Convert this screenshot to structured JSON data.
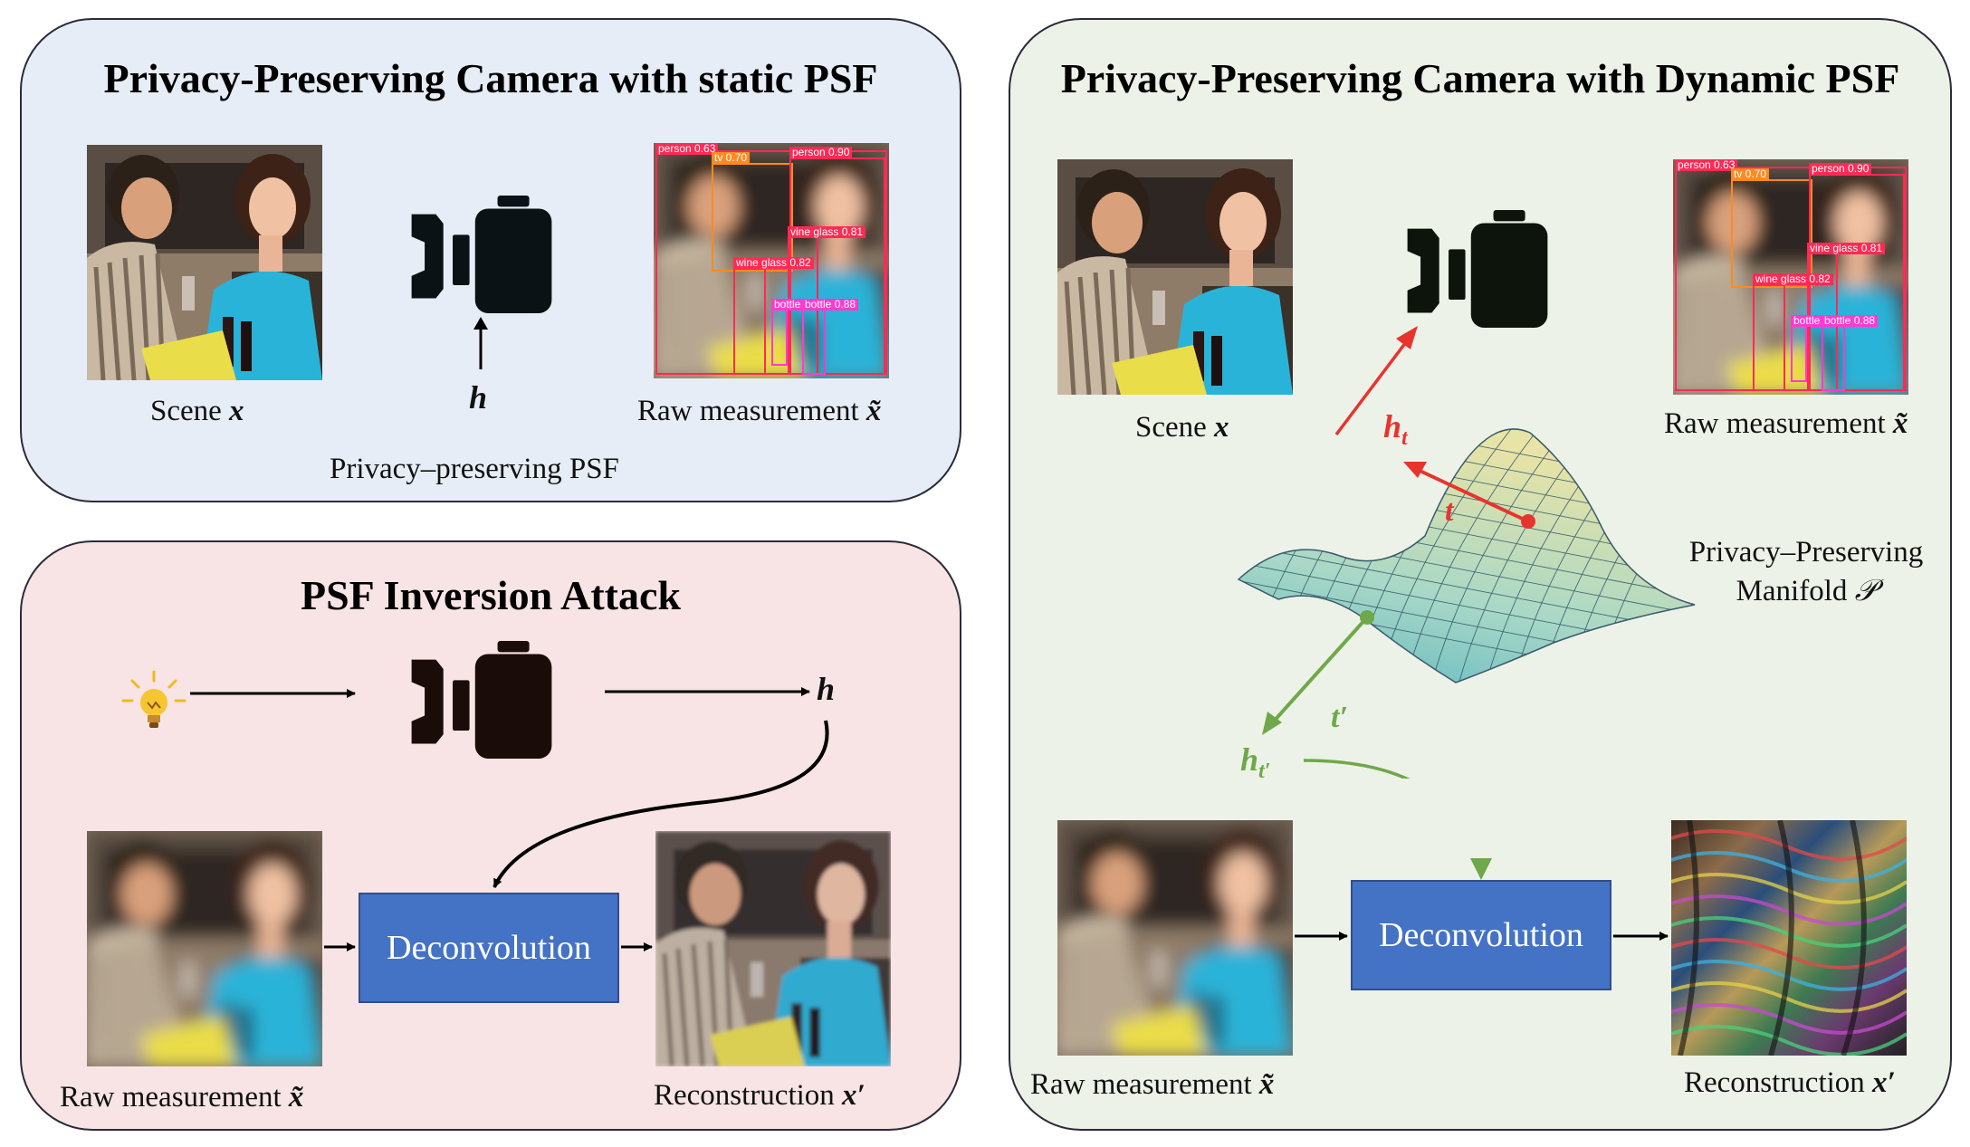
{
  "static_panel": {
    "title": "Privacy-Preserving Camera with static PSF",
    "scene_label": "Scene",
    "scene_symbol": "x",
    "psf_symbol": "h",
    "raw_label": "Raw measurement",
    "raw_symbol": "x̃",
    "caption": "Privacy–preserving PSF"
  },
  "attack_panel": {
    "title": "PSF Inversion Attack",
    "psf_symbol": "h",
    "deconv_label": "Deconvolution",
    "raw_label": "Raw measurement",
    "raw_symbol": "x̃",
    "recon_label": "Reconstruction",
    "recon_symbol": "x′"
  },
  "dynamic_panel": {
    "title": "Privacy-Preserving Camera with Dynamic PSF",
    "scene_label": "Scene",
    "scene_symbol": "x",
    "raw_label": "Raw measurement",
    "raw_symbol": "x̃",
    "psf_t_base": "h",
    "psf_t_sub": "t",
    "t_label": "t",
    "psf_tp_base": "h",
    "psf_tp_sub": "t′",
    "tp_label": "t′",
    "manifold_line1": "Privacy–Preserving",
    "manifold_line2": "Manifold",
    "manifold_symbol": "𝒫",
    "deconv_label": "Deconvolution",
    "raw2_label": "Raw measurement",
    "raw2_symbol": "x̃",
    "recon_label": "Reconstruction",
    "recon_symbol": "x′"
  },
  "detections": [
    {
      "tag": "person 0.63",
      "color": "#ff2a55"
    },
    {
      "tag": "tv 0.70",
      "color": "#ff8a1f"
    },
    {
      "tag": "person 0.90",
      "color": "#ff2a55"
    },
    {
      "tag": "vine glass 0.81",
      "color": "#ff2a55"
    },
    {
      "tag": "wine glass 0.82",
      "color": "#ff2a55"
    },
    {
      "tag": "bottle",
      "color": "#ff3ad0"
    },
    {
      "tag": "bottle 0.88",
      "color": "#ff3ad0"
    }
  ],
  "colors": {
    "static_bg": "#e6edf6",
    "attack_bg": "#f8e4e4",
    "dynamic_bg": "#edf2e8",
    "deconv_blue": "#4472c4",
    "red_arrow": "#e8342e",
    "green_arrow": "#6fa84a"
  },
  "icons": [
    "camera-icon",
    "light-bulb-icon"
  ]
}
